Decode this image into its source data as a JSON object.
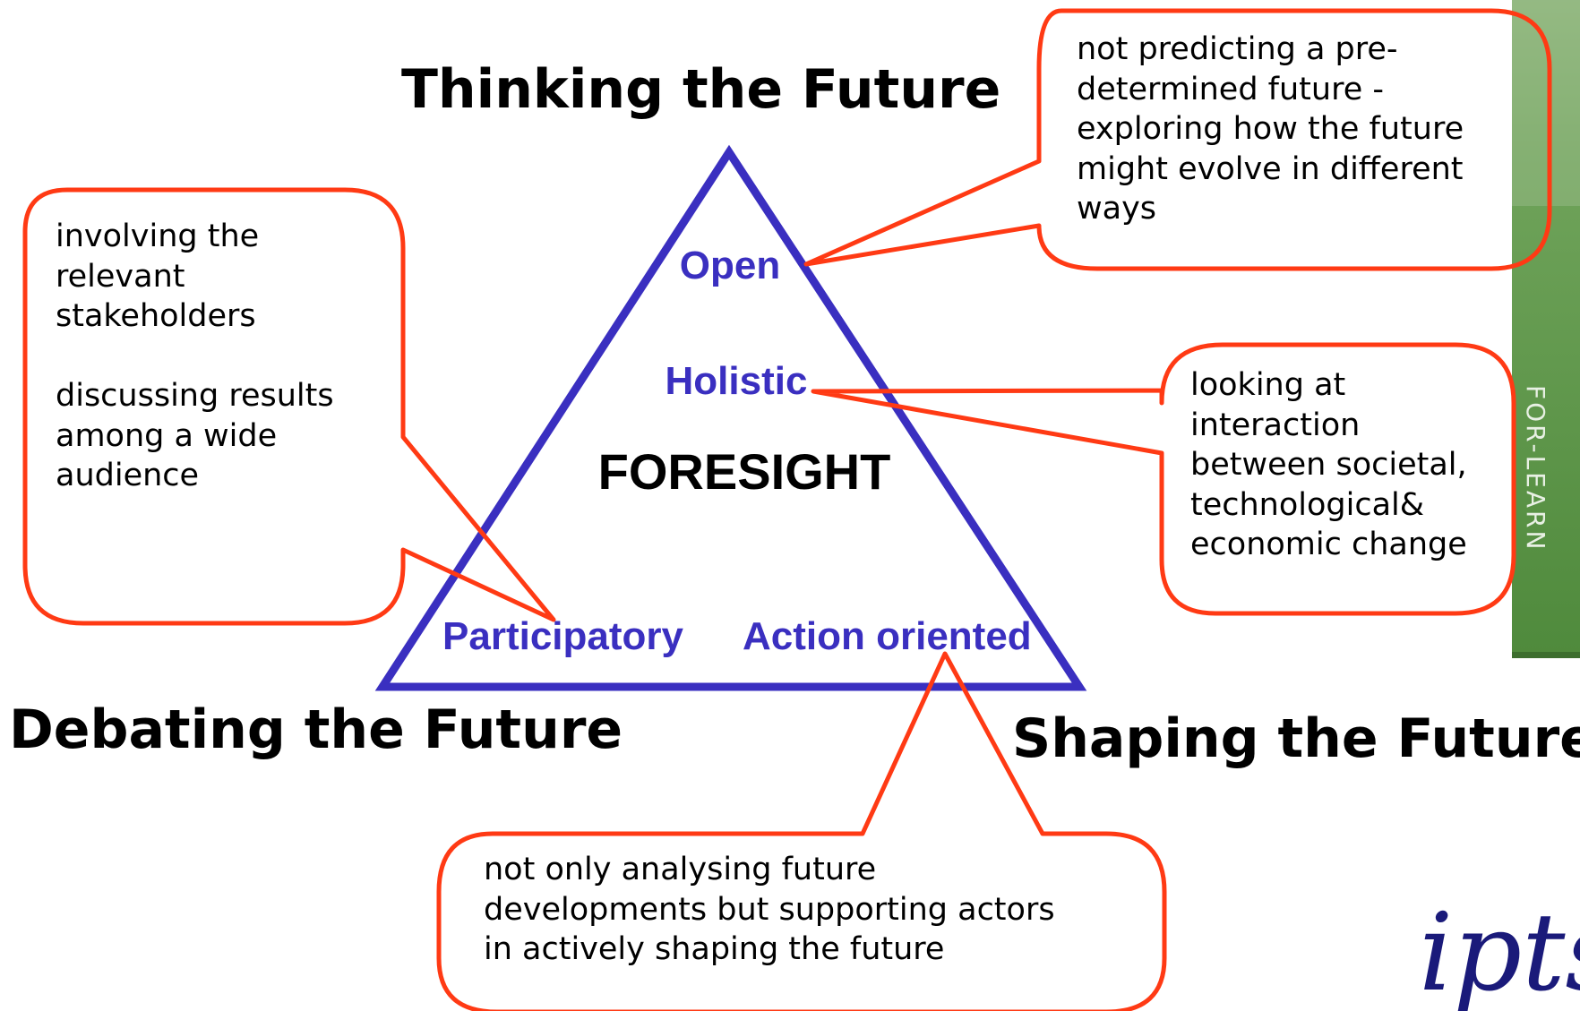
{
  "headings": {
    "thinking": "Thinking the Future",
    "debating": "Debating the Future",
    "shaping": "Shaping the Future"
  },
  "triangle": {
    "center_label": "FORESIGHT",
    "vertex_labels": {
      "open": "Open",
      "holistic": "Holistic",
      "participatory": "Participatory",
      "action": "Action oriented"
    }
  },
  "callouts": {
    "participatory": [
      "involving the",
      "relevant",
      "stakeholders",
      "",
      "discussing results",
      "among a wide",
      "audience"
    ],
    "open": [
      "not predicting a pre-",
      "determined future -",
      "exploring how the future",
      "might evolve in different",
      "ways"
    ],
    "holistic": [
      "looking at",
      "interaction",
      "between societal,",
      "technological&",
      "economic change"
    ],
    "action": [
      "not only analysing future",
      "developments but supporting actors",
      "in actively shaping the future"
    ]
  },
  "side_banner": {
    "text": "FOR-LEARN"
  },
  "logo": {
    "text": "ipts"
  },
  "colors": {
    "triangle_stroke": "#3a2fc0",
    "label_blue": "#3a2fc0",
    "callout_stroke": "#ff3a14",
    "banner_green": "#5e9a46"
  }
}
